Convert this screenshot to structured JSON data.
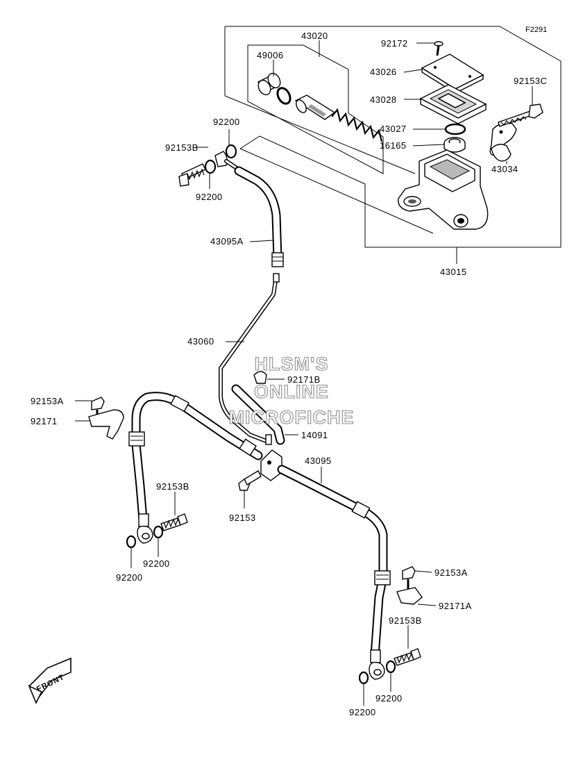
{
  "figure_code": "F2291",
  "watermark": {
    "line1": "HLSM'S",
    "line2": "ONLINE",
    "line3": "MICROFICHE"
  },
  "front_label": "FRONT",
  "callouts": {
    "c43020": "43020",
    "c49006": "49006",
    "c92172": "92172",
    "c43026": "43026",
    "c43028": "43028",
    "c92153C": "92153C",
    "c43027": "43027",
    "c16165": "16165",
    "c43034": "43034",
    "c43015": "43015",
    "c92200_top": "92200",
    "c92153B_top": "92153B",
    "c92200_top2": "92200",
    "c43095A": "43095A",
    "c43060": "43060",
    "c92171B": "92171B",
    "c92153A_left": "92153A",
    "c92171": "92171",
    "c14091": "14091",
    "c43095": "43095",
    "c92153B_left": "92153B",
    "c92153": "92153",
    "c92200_left1": "92200",
    "c92200_left2": "92200",
    "c92153A_right": "92153A",
    "c92171A": "92171A",
    "c92153B_right": "92153B",
    "c92200_right1": "92200",
    "c92200_right2": "92200"
  }
}
